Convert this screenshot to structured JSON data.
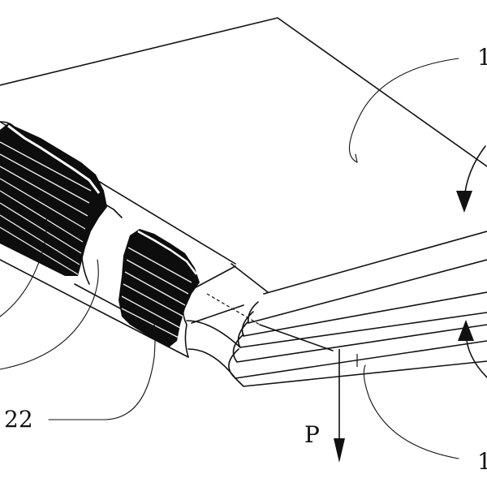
{
  "labels": {
    "top_right": "1",
    "bottom_right": "1",
    "left_bottom": "22",
    "arrow": "P"
  }
}
